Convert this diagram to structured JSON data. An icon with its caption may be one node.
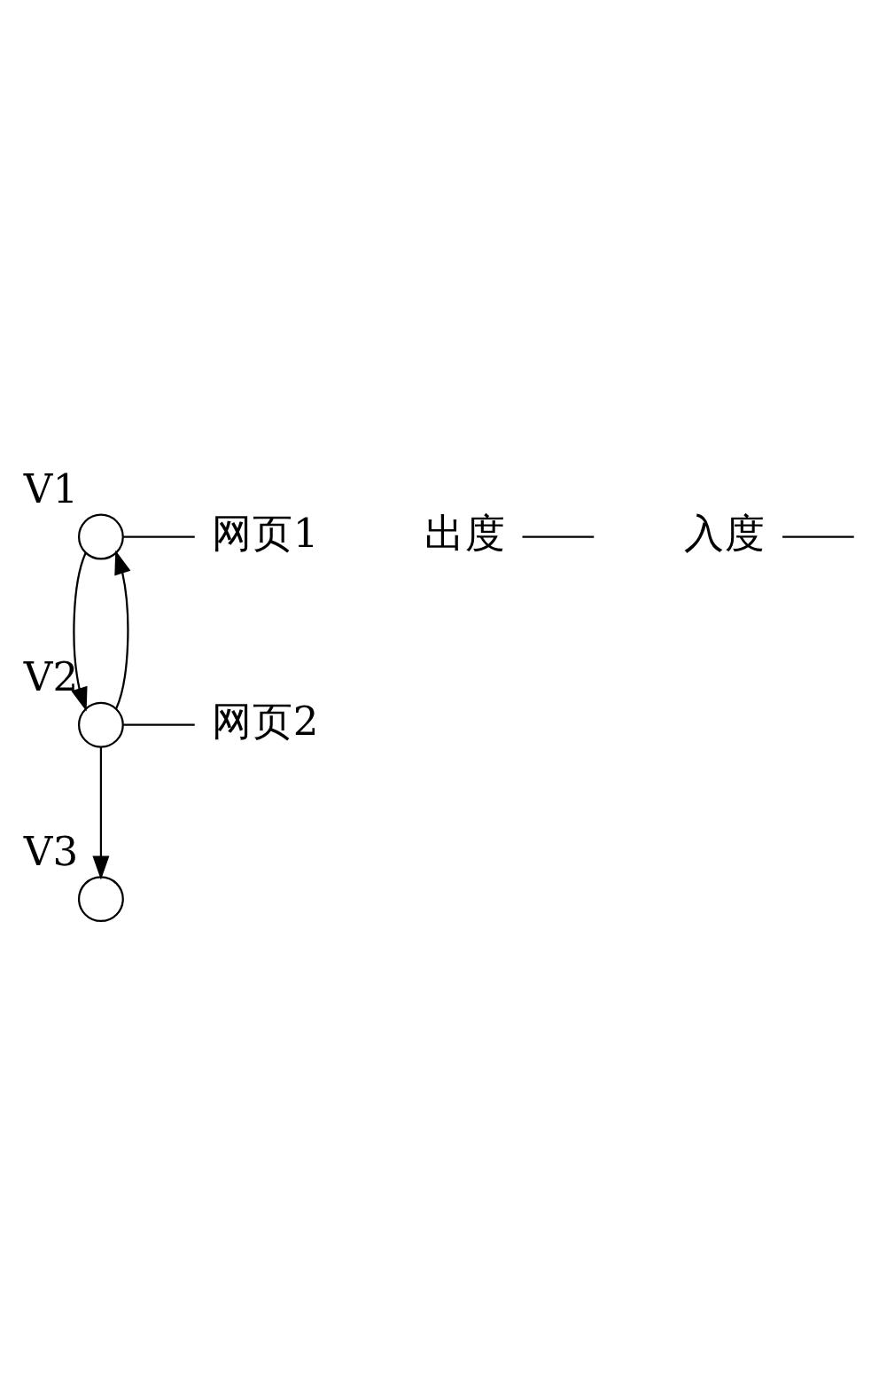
{
  "diagram": {
    "nodes": [
      {
        "text": [],
        "shape": "circle",
        "beside": [
          "V1"
        ]
      },
      {
        "text": [],
        "shape": "circle",
        "beside": [
          "V2"
        ]
      },
      {
        "text": [],
        "shape": "circle",
        "beside": [
          "V3"
        ]
      },
      {
        "text": [
          "网页1"
        ]
      },
      {
        "text": [
          "网页2"
        ]
      },
      {
        "text": [
          "出度"
        ]
      },
      {
        "text": [
          "入度"
        ]
      }
    ],
    "edges": [
      {
        "from": 0,
        "to": 1,
        "arrow": "to"
      },
      {
        "from": 1,
        "to": 0,
        "arrow": "to"
      },
      {
        "from": 1,
        "to": 2,
        "arrow": "to"
      },
      {
        "from": 3,
        "to": 0,
        "arrow": "none"
      },
      {
        "from": 4,
        "to": 1,
        "arrow": "none"
      },
      {
        "from": 5,
        "to": null,
        "arrow": "none"
      },
      {
        "from": 6,
        "to": null,
        "arrow": "none"
      }
    ]
  }
}
